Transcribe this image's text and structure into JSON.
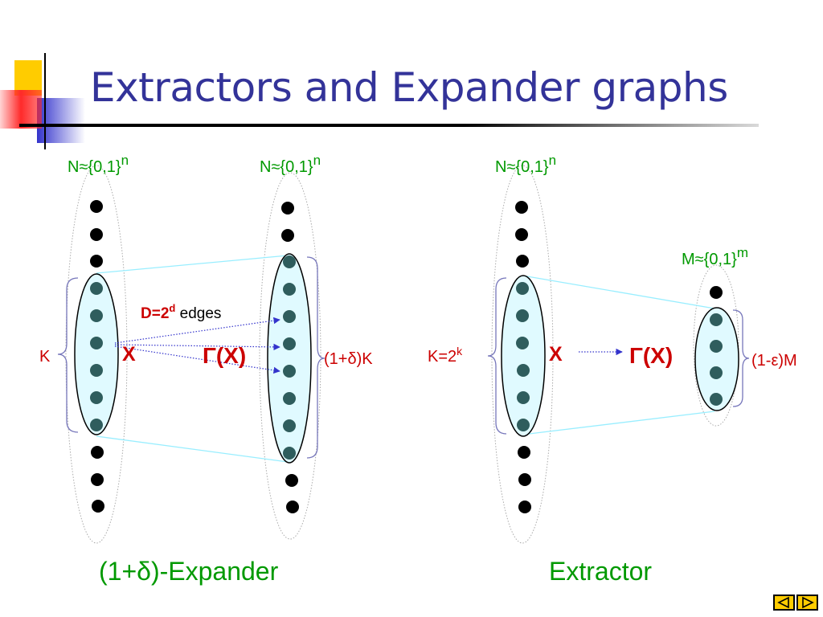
{
  "title": "Extractors and Expander graphs",
  "colors": {
    "title": "#333399",
    "green_label": "#009900",
    "red_label": "#cc0000",
    "node_fill": "#2f5d5d",
    "ellipse_fill": "#e0faff",
    "edge_line": "#99eeff",
    "arrow": "#3333cc",
    "brace": "#7777bb"
  },
  "expander": {
    "left_set_label": "N≈{0,1}",
    "left_set_exp": "n",
    "right_set_label": "N≈{0,1}",
    "right_set_exp": "n",
    "k_label": "K",
    "x_label": "X",
    "gamma_label": "Γ(X)",
    "degree_label": "D=2",
    "degree_exp": "d",
    "edges_label": "edges",
    "expansion_label": "(1+δ)K",
    "caption": "(1+δ)-Expander"
  },
  "extractor": {
    "left_set_label": "N≈{0,1}",
    "left_set_exp": "n",
    "right_set_label": "M≈{0,1}",
    "right_set_exp": "m",
    "k_label": "K=2",
    "k_exp": "k",
    "x_label": "X",
    "gamma_label": "Γ(X)",
    "coverage_label": "(1-ε)M",
    "caption": "Extractor"
  },
  "navigation": {
    "prev_icon": "left-triangle-icon",
    "next_icon": "right-triangle-icon"
  }
}
